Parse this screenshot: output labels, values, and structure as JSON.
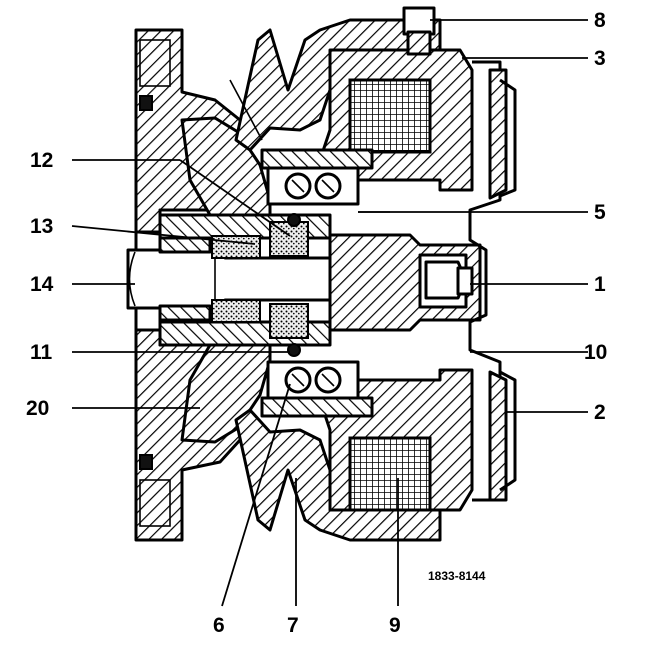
{
  "figure_code": "1833-8144",
  "callouts": [
    {
      "id": "8",
      "label": "8"
    },
    {
      "id": "3",
      "label": "3"
    },
    {
      "id": "12",
      "label": "12"
    },
    {
      "id": "5",
      "label": "5"
    },
    {
      "id": "13",
      "label": "13"
    },
    {
      "id": "14",
      "label": "14"
    },
    {
      "id": "1",
      "label": "1"
    },
    {
      "id": "11",
      "label": "11"
    },
    {
      "id": "10",
      "label": "10"
    },
    {
      "id": "20",
      "label": "20"
    },
    {
      "id": "2",
      "label": "2"
    },
    {
      "id": "6",
      "label": "6"
    },
    {
      "id": "7",
      "label": "7"
    },
    {
      "id": "9",
      "label": "9"
    }
  ]
}
